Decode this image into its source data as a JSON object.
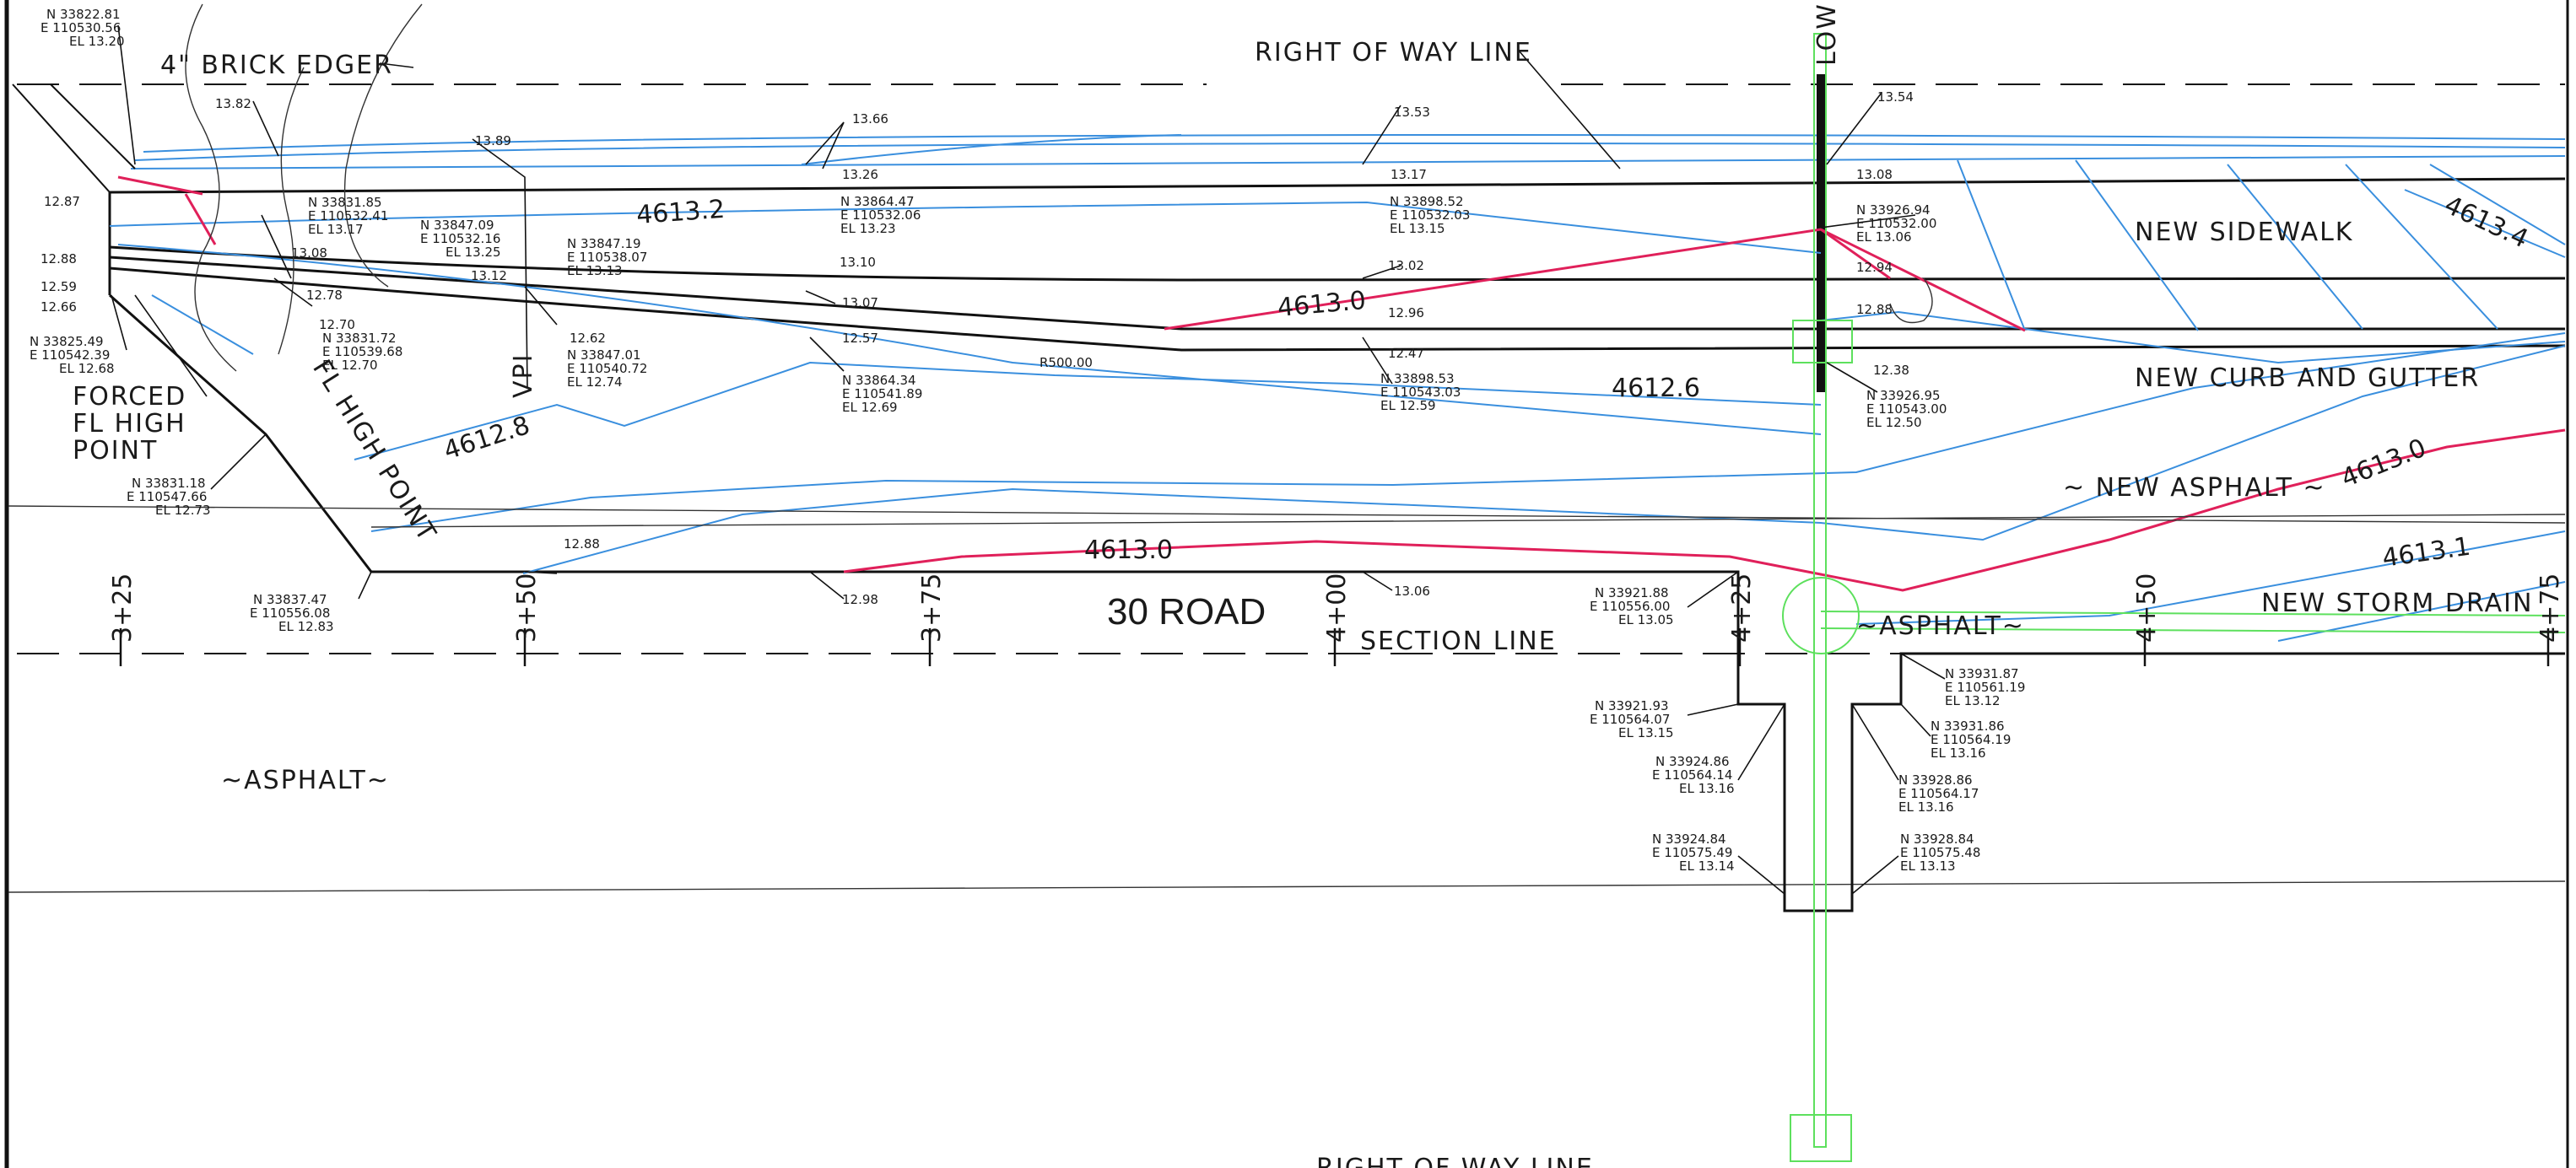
{
  "labels": {
    "brick_edger": "4\" BRICK EDGER",
    "row_line_top": "RIGHT OF WAY LINE",
    "row_line_bottom": "RIGHT OF WAY LINE",
    "low_point": "LOW P",
    "new_sidewalk": "NEW SIDEWALK",
    "new_curb": "NEW CURB AND GUTTER",
    "new_asphalt": "~ NEW ASPHALT ~",
    "new_storm_drain": "NEW STORM DRAIN",
    "asphalt_left": "~ASPHALT~",
    "asphalt_mid": "~ASPHALT~",
    "section_line": "SECTION LINE",
    "road_name": "30 ROAD",
    "forced_1": "FORCED",
    "forced_2": "FL HIGH",
    "forced_3": "POINT",
    "fl_high_point": "FL HIGH POINT",
    "vpi": "VPI",
    "radius": "R500.00"
  },
  "contours": [
    "4613.2",
    "4613.0",
    "4612.8",
    "4613.0",
    "4612.6",
    "4613.4",
    "4613.0",
    "4613.1"
  ],
  "stations": [
    "3+25",
    "3+50",
    "3+75",
    "4+00",
    "4+25",
    "4+50",
    "4+75"
  ],
  "points": [
    {
      "n": "N   33822.81",
      "e": "E  110530.56",
      "el": "EL  13.20"
    },
    {
      "n": "N   33831.85",
      "e": "E  110532.41",
      "el": "EL  13.17"
    },
    {
      "n": "N   33847.09",
      "e": "E  110532.16",
      "el": "EL  13.25"
    },
    {
      "n": "N   33847.19",
      "e": "E  110538.07",
      "el": "EL  13.13"
    },
    {
      "n": "N   33864.47",
      "e": "E  110532.06",
      "el": "EL  13.23"
    },
    {
      "n": "N   33898.52",
      "e": "E  110532.03",
      "el": "EL  13.15"
    },
    {
      "n": "N   33926.94",
      "e": "E  110532.00",
      "el": "EL  13.06"
    },
    {
      "n": "N   33825.49",
      "e": "E  110542.39",
      "el": "EL  12.68"
    },
    {
      "n": "N   33831.72",
      "e": "E  110539.68",
      "el": "EL  12.70"
    },
    {
      "n": "N   33847.01",
      "e": "E  110540.72",
      "el": "EL  12.74"
    },
    {
      "n": "N   33864.34",
      "e": "E  110541.89",
      "el": "EL  12.69"
    },
    {
      "n": "N   33898.53",
      "e": "E  110543.03",
      "el": "EL  12.59"
    },
    {
      "n": "N   33926.95",
      "e": "E  110543.00",
      "el": "EL  12.50"
    },
    {
      "n": "N   33831.18",
      "e": "E  110547.66",
      "el": "EL  12.73"
    },
    {
      "n": "N   33837.47",
      "e": "E  110556.08",
      "el": "EL  12.83"
    },
    {
      "n": "N   33921.88",
      "e": "E  110556.00",
      "el": "EL  13.05"
    },
    {
      "n": "N   33931.87",
      "e": "E  110561.19",
      "el": "EL  13.12"
    },
    {
      "n": "N   33921.93",
      "e": "E  110564.07",
      "el": "EL  13.15"
    },
    {
      "n": "N   33931.86",
      "e": "E  110564.19",
      "el": "EL  13.16"
    },
    {
      "n": "N   33924.86",
      "e": "E  110564.14",
      "el": "EL  13.16"
    },
    {
      "n": "N   33928.86",
      "e": "E  110564.17",
      "el": "EL  13.16"
    },
    {
      "n": "N   33924.84",
      "e": "E  110575.49",
      "el": "EL  13.14"
    },
    {
      "n": "N   33928.84",
      "e": "E  110575.48",
      "el": "EL  13.13"
    }
  ],
  "elevations": [
    "13.82",
    "13.89",
    "13.66",
    "13.53",
    "13.54",
    "13.26",
    "13.17",
    "13.08",
    "12.87",
    "12.88",
    "12.59",
    "12.66",
    "13.08",
    "12.78",
    "13.12",
    "13.10",
    "13.02",
    "12.94",
    "13.07",
    "12.96",
    "12.88",
    "12.70",
    "12.62",
    "12.57",
    "12.47",
    "12.38",
    "12.88",
    "12.98",
    "13.06"
  ]
}
